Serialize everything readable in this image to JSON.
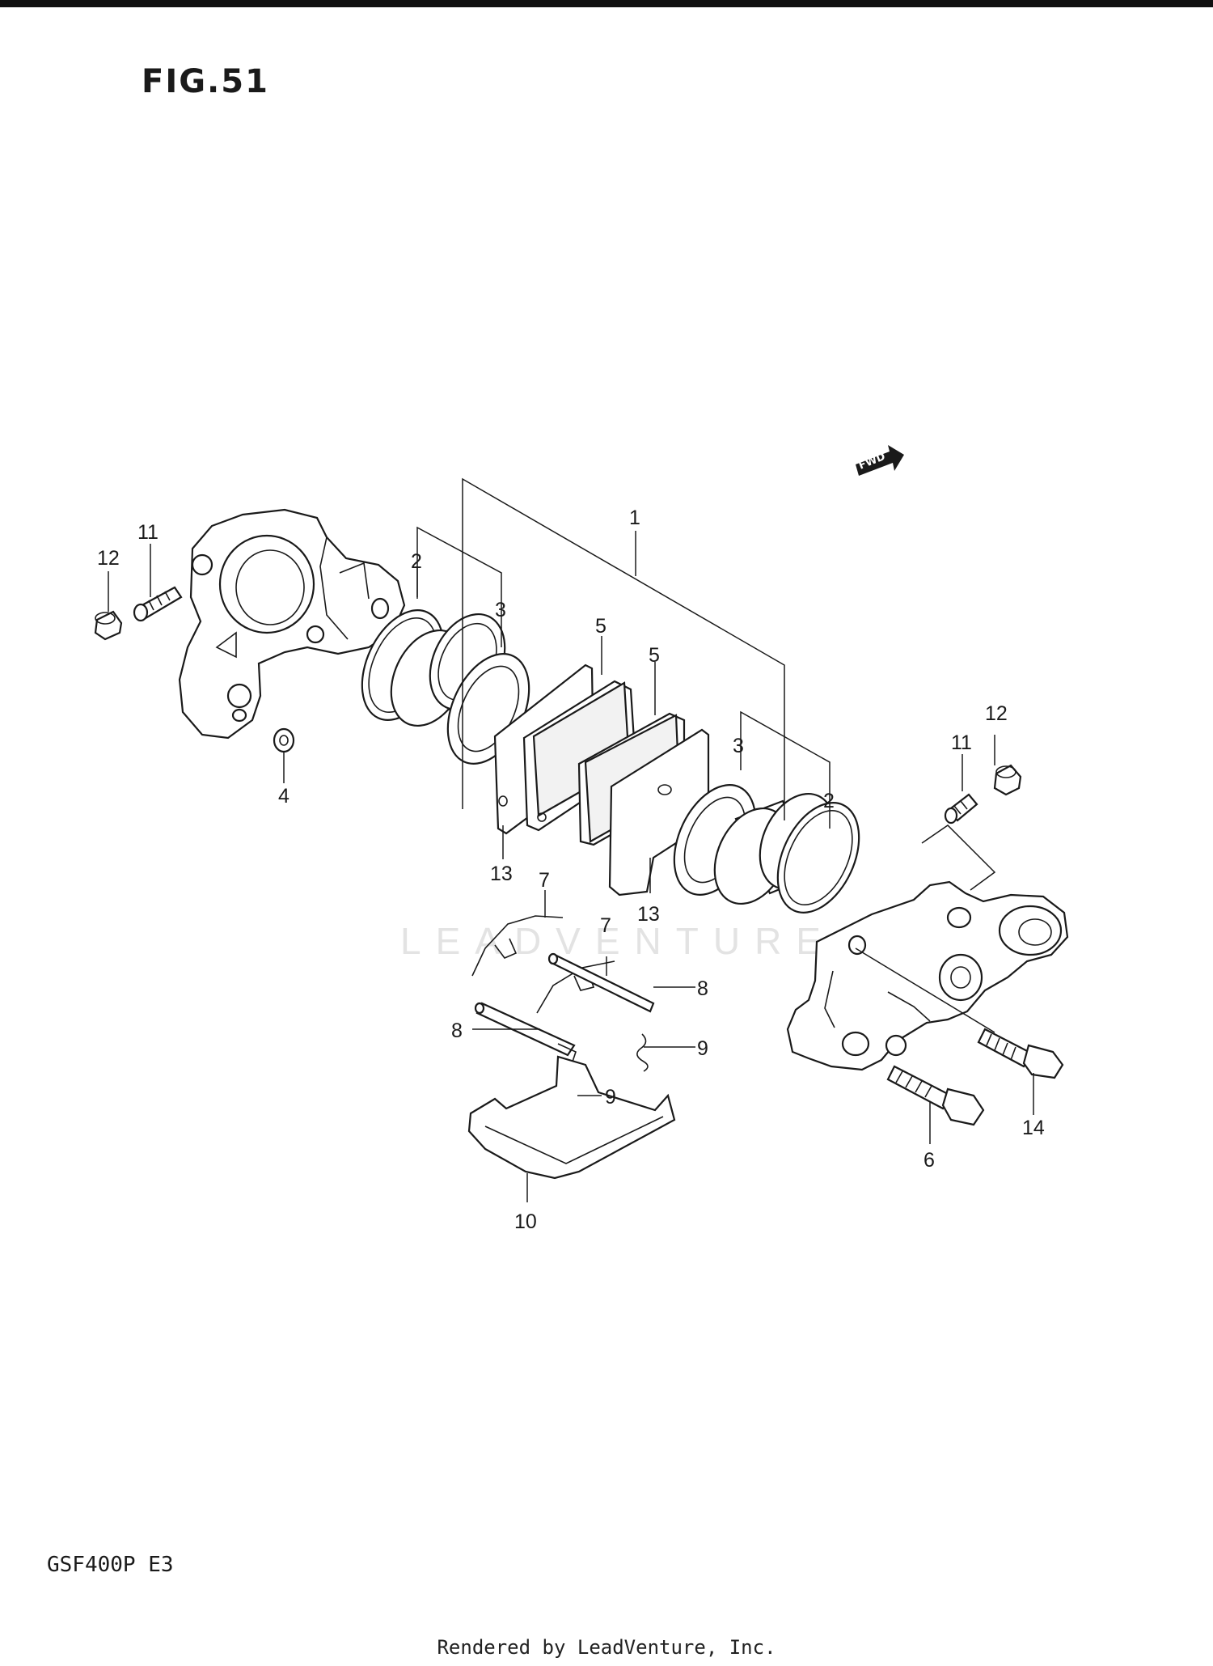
{
  "figure": {
    "title": "FIG.51"
  },
  "model": {
    "code": "GSF400P  E3"
  },
  "footer": {
    "credit": "Rendered by LeadVenture, Inc."
  },
  "watermark": {
    "text": "LEADVENTURE"
  },
  "direction_marker": {
    "label": "FWD",
    "icon": "arrow-right-icon"
  },
  "callouts": {
    "c1": "1",
    "c2a": "2",
    "c2b": "2",
    "c3a": "3",
    "c3b": "3",
    "c4": "4",
    "c5a": "5",
    "c5b": "5",
    "c6": "6",
    "c7a": "7",
    "c7b": "7",
    "c8a": "8",
    "c8b": "8",
    "c9a": "9",
    "c9b": "9",
    "c10": "10",
    "c11a": "11",
    "c11b": "11",
    "c12a": "12",
    "c12b": "12",
    "c13a": "13",
    "c13b": "13",
    "c14": "14"
  }
}
